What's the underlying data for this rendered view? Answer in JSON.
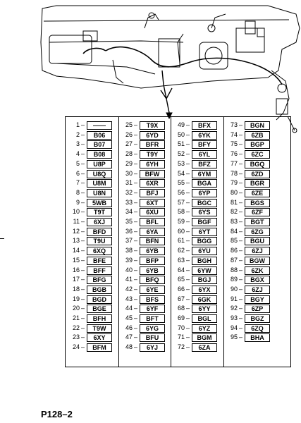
{
  "figure_label": "P128–2",
  "columns": [
    [
      {
        "n": "1",
        "code": "——"
      },
      {
        "n": "2",
        "code": "B06"
      },
      {
        "n": "3",
        "code": "B07"
      },
      {
        "n": "4",
        "code": "B08"
      },
      {
        "n": "5",
        "code": "U8P"
      },
      {
        "n": "6",
        "code": "U8Q"
      },
      {
        "n": "7",
        "code": "U8M"
      },
      {
        "n": "8",
        "code": "U8N"
      },
      {
        "n": "9",
        "code": "5WB"
      },
      {
        "n": "10",
        "code": "T9T"
      },
      {
        "n": "11",
        "code": "6XJ"
      },
      {
        "n": "12",
        "code": "BFD"
      },
      {
        "n": "13",
        "code": "T9U"
      },
      {
        "n": "14",
        "code": "6XQ"
      },
      {
        "n": "15",
        "code": "BFE"
      },
      {
        "n": "16",
        "code": "BFF"
      },
      {
        "n": "17",
        "code": "BFG"
      },
      {
        "n": "18",
        "code": "BGB"
      },
      {
        "n": "19",
        "code": "BGD"
      },
      {
        "n": "20",
        "code": "BGE"
      },
      {
        "n": "21",
        "code": "BFH"
      },
      {
        "n": "22",
        "code": "T9W"
      },
      {
        "n": "23",
        "code": "6XY"
      },
      {
        "n": "24",
        "code": "BFM"
      }
    ],
    [
      {
        "n": "25",
        "code": "T9X"
      },
      {
        "n": "26",
        "code": "6YD"
      },
      {
        "n": "27",
        "code": "BFR"
      },
      {
        "n": "28",
        "code": "T9Y"
      },
      {
        "n": "29",
        "code": "6YH"
      },
      {
        "n": "30",
        "code": "BFW"
      },
      {
        "n": "31",
        "code": "6XR"
      },
      {
        "n": "32",
        "code": "BFJ"
      },
      {
        "n": "33",
        "code": "6XT"
      },
      {
        "n": "34",
        "code": "6XU"
      },
      {
        "n": "35",
        "code": "BFL"
      },
      {
        "n": "36",
        "code": "6YA"
      },
      {
        "n": "37",
        "code": "BFN"
      },
      {
        "n": "38",
        "code": "6YB"
      },
      {
        "n": "39",
        "code": "BFP"
      },
      {
        "n": "40",
        "code": "6YB"
      },
      {
        "n": "41",
        "code": "BFQ"
      },
      {
        "n": "42",
        "code": "6YE"
      },
      {
        "n": "43",
        "code": "BFS"
      },
      {
        "n": "44",
        "code": "6YF"
      },
      {
        "n": "45",
        "code": "BFT"
      },
      {
        "n": "46",
        "code": "6YG"
      },
      {
        "n": "47",
        "code": "BFU"
      },
      {
        "n": "48",
        "code": "6YJ"
      }
    ],
    [
      {
        "n": "49",
        "code": "BFX"
      },
      {
        "n": "50",
        "code": "6YK"
      },
      {
        "n": "51",
        "code": "BFY"
      },
      {
        "n": "52",
        "code": "6YL"
      },
      {
        "n": "53",
        "code": "BFZ"
      },
      {
        "n": "54",
        "code": "6YM"
      },
      {
        "n": "55",
        "code": "BGA"
      },
      {
        "n": "56",
        "code": "6YP"
      },
      {
        "n": "57",
        "code": "BGC"
      },
      {
        "n": "58",
        "code": "6YS"
      },
      {
        "n": "59",
        "code": "BGF"
      },
      {
        "n": "60",
        "code": "6YT"
      },
      {
        "n": "61",
        "code": "BGG"
      },
      {
        "n": "62",
        "code": "6YU"
      },
      {
        "n": "63",
        "code": "BGH"
      },
      {
        "n": "64",
        "code": "6YW"
      },
      {
        "n": "65",
        "code": "BGJ"
      },
      {
        "n": "66",
        "code": "6YX"
      },
      {
        "n": "67",
        "code": "6GK"
      },
      {
        "n": "68",
        "code": "6YY"
      },
      {
        "n": "69",
        "code": "BGL"
      },
      {
        "n": "70",
        "code": "6YZ"
      },
      {
        "n": "71",
        "code": "BGM"
      },
      {
        "n": "72",
        "code": "6ZA"
      }
    ],
    [
      {
        "n": "73",
        "code": "BGN"
      },
      {
        "n": "74",
        "code": "6ZB"
      },
      {
        "n": "75",
        "code": "BGP"
      },
      {
        "n": "76",
        "code": "6ZC"
      },
      {
        "n": "77",
        "code": "BGQ"
      },
      {
        "n": "78",
        "code": "6ZD"
      },
      {
        "n": "79",
        "code": "BGR"
      },
      {
        "n": "80",
        "code": "6ZE"
      },
      {
        "n": "81",
        "code": "BGS"
      },
      {
        "n": "82",
        "code": "6ZF"
      },
      {
        "n": "83",
        "code": "BGT"
      },
      {
        "n": "84",
        "code": "6ZG"
      },
      {
        "n": "85",
        "code": "BGU"
      },
      {
        "n": "86",
        "code": "6ZJ"
      },
      {
        "n": "87",
        "code": "BGW"
      },
      {
        "n": "88",
        "code": "6ZK"
      },
      {
        "n": "89",
        "code": "BGX"
      },
      {
        "n": "90",
        "code": "6ZJ"
      },
      {
        "n": "91",
        "code": "BGY"
      },
      {
        "n": "92",
        "code": "6ZP"
      },
      {
        "n": "93",
        "code": "BGZ"
      },
      {
        "n": "94",
        "code": "6ZQ"
      },
      {
        "n": "95",
        "code": "BHA"
      }
    ]
  ]
}
